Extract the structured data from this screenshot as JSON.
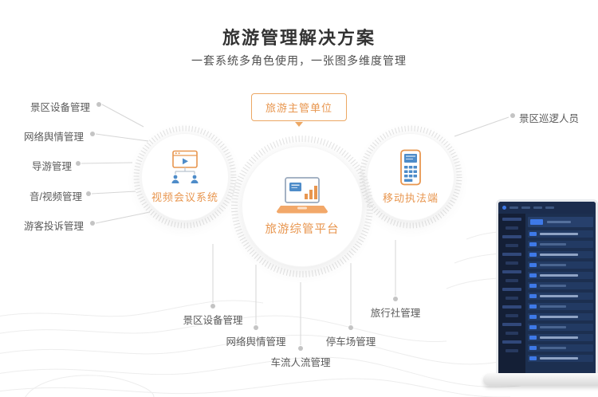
{
  "header": {
    "title": "旅游管理解决方案",
    "subtitle": "一套系统多角色使用，一张图多维度管理"
  },
  "top_badge": {
    "label": "旅游主管单位"
  },
  "hubs": {
    "video_conference": {
      "label": "视频会议系统"
    },
    "platform": {
      "label": "旅游综管平台"
    },
    "mobile_enforcement": {
      "label": "移动执法端"
    }
  },
  "left_items": [
    "景区设备管理",
    "网络舆情管理",
    "导游管理",
    "音/视频管理",
    "游客投诉管理"
  ],
  "right_items": [
    "景区巡逻人员"
  ],
  "bottom_items": [
    "景区设备管理",
    "网络舆情管理",
    "车流人流管理",
    "停车场管理",
    "旅行社管理"
  ],
  "icons": {
    "video_conference": "video-conference-icon",
    "platform": "laptop-chart-icon",
    "mobile_enforcement": "mobile-terminal-icon",
    "badge_arrow": "down-arrow-icon"
  },
  "colors": {
    "accent_orange": "#E8964F",
    "icon_blue": "#4E8CC9",
    "ring_gray": "#E3E3E3",
    "line_gray": "#D6D6D6",
    "label_gray": "#5A5A5A",
    "dashboard_navy": "#1C2F50"
  }
}
